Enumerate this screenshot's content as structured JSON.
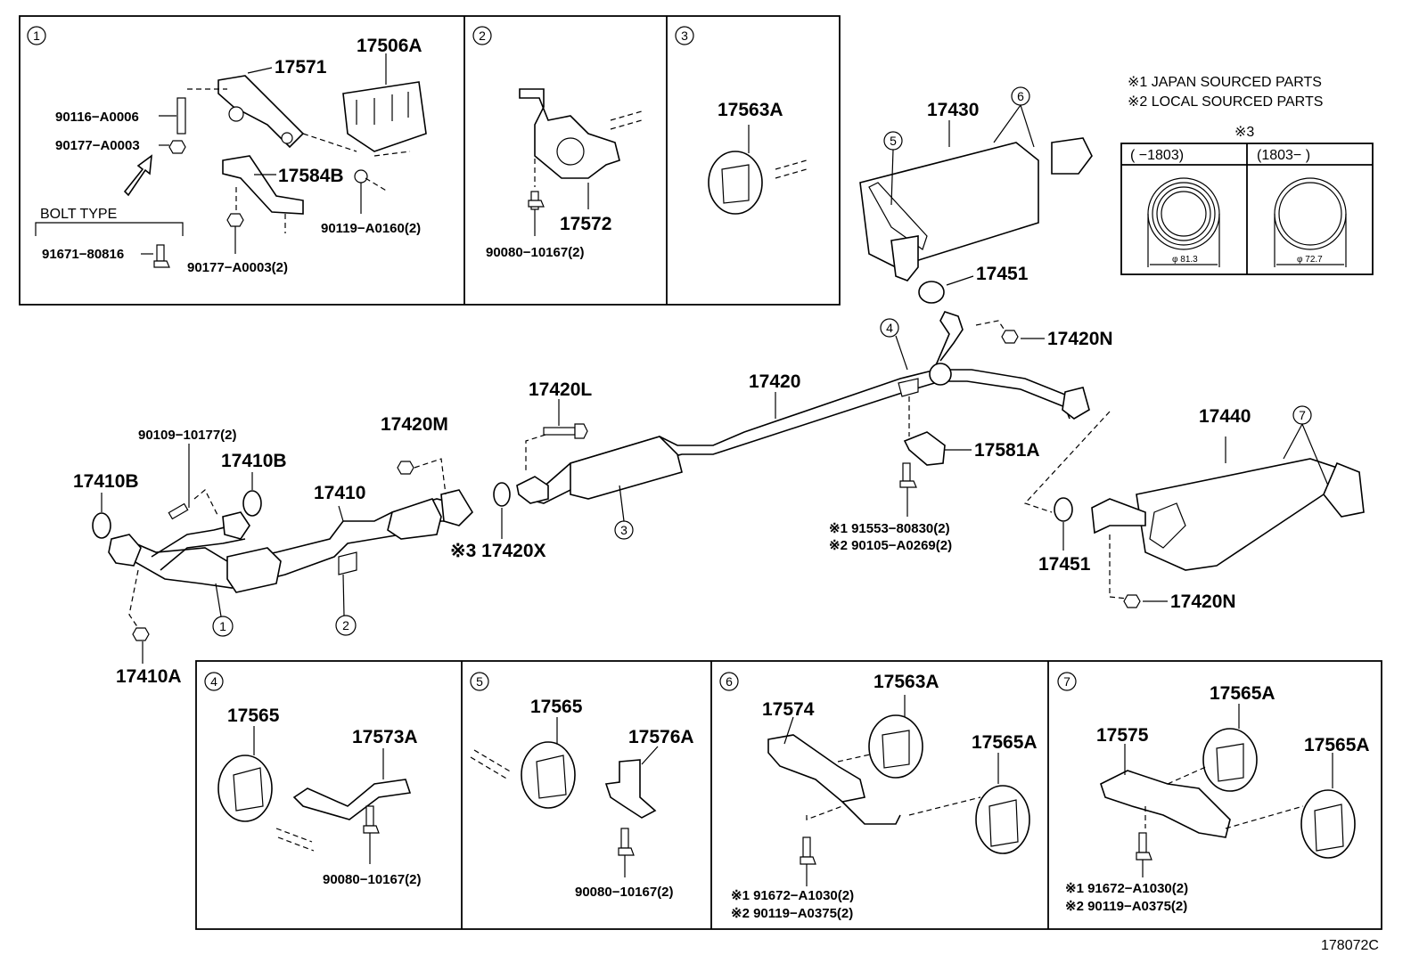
{
  "notes": {
    "japan": "※1 JAPAN SOURCED PARTS",
    "local": "※2 LOCAL SOURCED PARTS",
    "ref3": "※3",
    "range_a": "(      −1803)",
    "range_b": "(1803−       )",
    "dia_a": "φ 81.3",
    "dia_b": "φ 72.7"
  },
  "insets": {
    "i1": {
      "num": "1",
      "bolt_type": "BOLT TYPE",
      "parts": [
        "17506A",
        "17571",
        "90116−A0006",
        "90177−A0003",
        "17584B",
        "90119−A0160(2)",
        "91671−80816",
        "90177−A0003(2)"
      ]
    },
    "i2": {
      "num": "2",
      "parts": [
        "17572",
        "90080−10167(2)"
      ]
    },
    "i3": {
      "num": "3",
      "parts": [
        "17563A"
      ]
    },
    "i4": {
      "num": "4",
      "parts": [
        "17565",
        "17573A",
        "90080−10167(2)"
      ]
    },
    "i5": {
      "num": "5",
      "parts": [
        "17565",
        "17576A",
        "90080−10167(2)"
      ]
    },
    "i6": {
      "num": "6",
      "parts": [
        "17574",
        "17563A",
        "17565A",
        "※1 91672−A1030(2)",
        "※2 90119−A0375(2)"
      ]
    },
    "i7": {
      "num": "7",
      "parts": [
        "17575",
        "17565A",
        "17565A",
        "※1 91672−A1030(2)",
        "※2 90119−A0375(2)"
      ]
    }
  },
  "main": {
    "labels": [
      "17430",
      "17451",
      "17420N",
      "17420",
      "17440",
      "17581A",
      "※1 91553−80830(2)",
      "※2 90105−A0269(2)",
      "17451",
      "17420N",
      "17420L",
      "17420M",
      "※3 17420X",
      "90109−10177(2)",
      "17410B",
      "17410B",
      "17410",
      "17410A"
    ],
    "callouts": [
      "5",
      "6",
      "4",
      "3",
      "7",
      "1",
      "2"
    ]
  },
  "diagram_id": "178072C"
}
